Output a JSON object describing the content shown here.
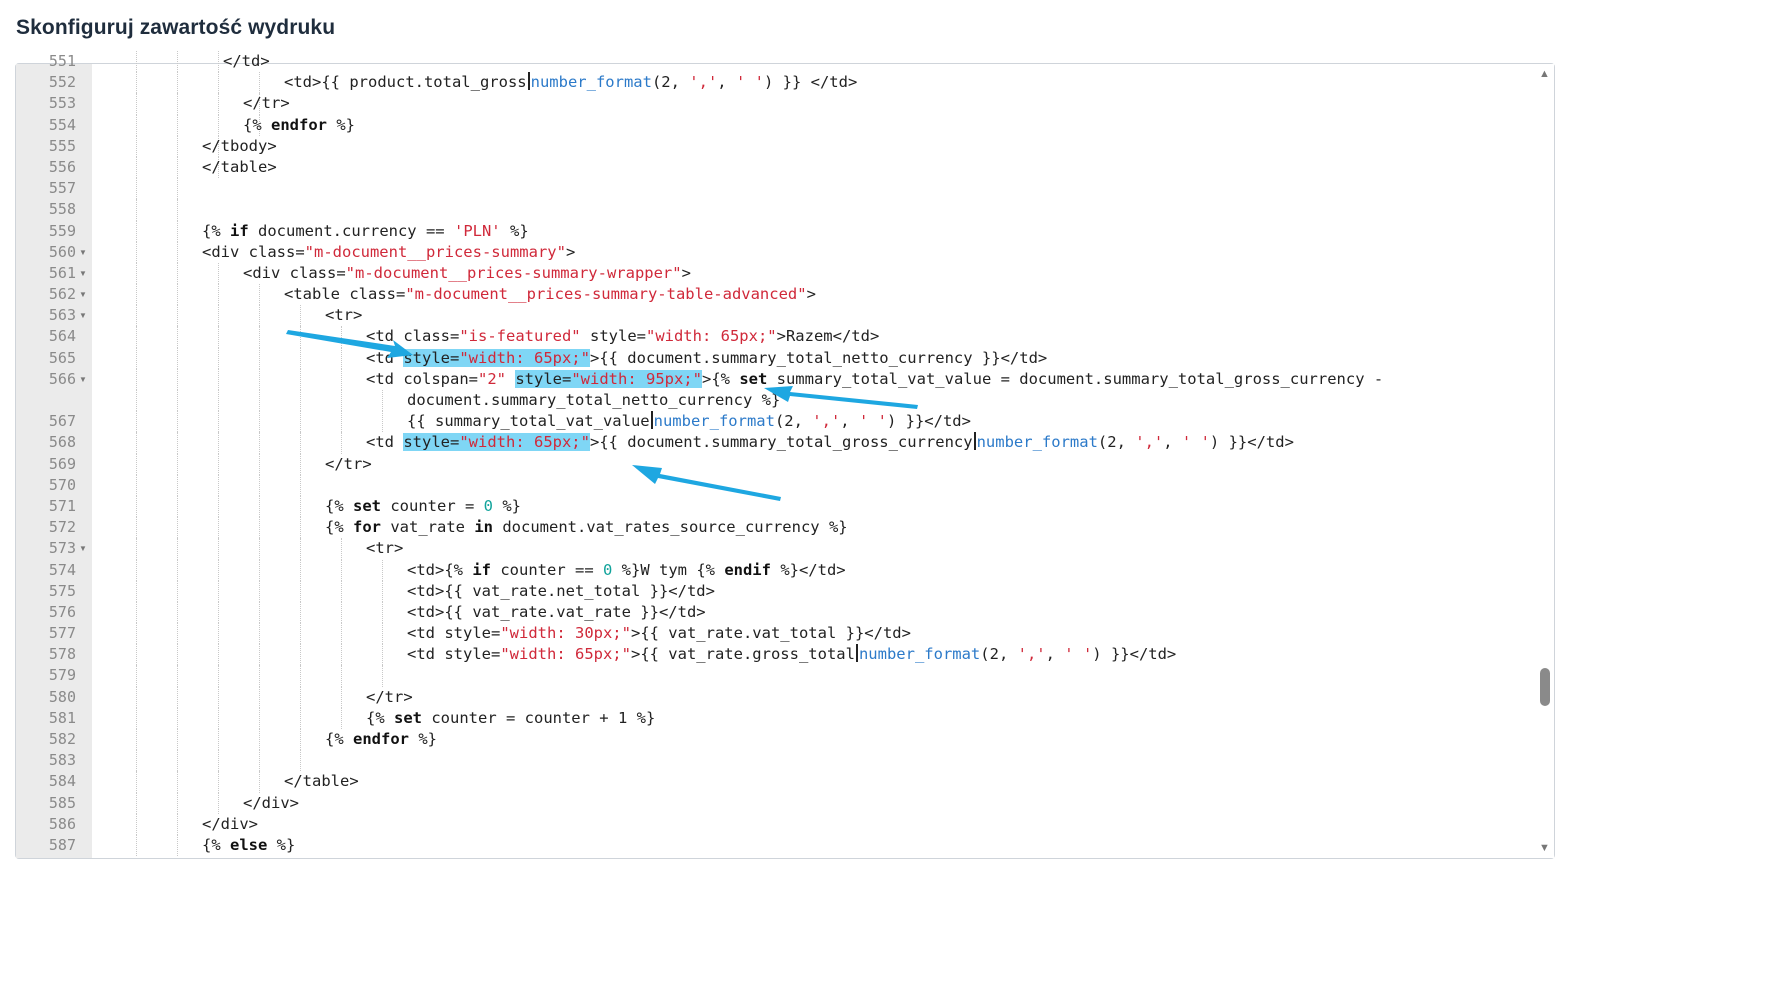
{
  "page": {
    "title": "Skonfiguruj zawartość wydruku"
  },
  "editor": {
    "lines": [
      {
        "num": "551",
        "fold": false,
        "code": "</td>"
      },
      {
        "num": "552",
        "fold": false,
        "code": "<td>{{ product.total_gross|number_format(2, ',', ' ') }} </td>"
      },
      {
        "num": "553",
        "fold": false,
        "code": "</tr>"
      },
      {
        "num": "554",
        "fold": false,
        "code": "{% endfor %}"
      },
      {
        "num": "555",
        "fold": false,
        "code": "</tbody>"
      },
      {
        "num": "556",
        "fold": false,
        "code": "</table>"
      },
      {
        "num": "557",
        "fold": false,
        "code": ""
      },
      {
        "num": "558",
        "fold": false,
        "code": ""
      },
      {
        "num": "559",
        "fold": false,
        "code": "{% if document.currency == 'PLN' %}"
      },
      {
        "num": "560",
        "fold": true,
        "code": "<div class=\"m-document__prices-summary\">"
      },
      {
        "num": "561",
        "fold": true,
        "code": "<div class=\"m-document__prices-summary-wrapper\">"
      },
      {
        "num": "562",
        "fold": true,
        "code": "<table class=\"m-document__prices-summary-table-advanced\">"
      },
      {
        "num": "563",
        "fold": true,
        "code": "<tr>"
      },
      {
        "num": "564",
        "fold": false,
        "code": "<td class=\"is-featured\" style=\"width: 65px;\">Razem</td>"
      },
      {
        "num": "565",
        "fold": false,
        "code": "<td style=\"width: 65px;\">{{ document.summary_total_netto_currency }}</td>"
      },
      {
        "num": "566",
        "fold": true,
        "code": "<td colspan=\"2\" style=\"width: 95px;\">{% set summary_total_vat_value = document.summary_total_gross_currency -"
      },
      {
        "num": "",
        "fold": false,
        "code": "document.summary_total_netto_currency %}"
      },
      {
        "num": "567",
        "fold": false,
        "code": "{{ summary_total_vat_value|number_format(2, ',', ' ') }}</td>"
      },
      {
        "num": "568",
        "fold": false,
        "code": "<td style=\"width: 65px;\">{{ document.summary_total_gross_currency|number_format(2, ',', ' ') }}</td>"
      },
      {
        "num": "569",
        "fold": false,
        "code": "</tr>"
      },
      {
        "num": "570",
        "fold": false,
        "code": ""
      },
      {
        "num": "571",
        "fold": false,
        "code": "{% set counter = 0 %}"
      },
      {
        "num": "572",
        "fold": false,
        "code": "{% for vat_rate in document.vat_rates_source_currency %}"
      },
      {
        "num": "573",
        "fold": true,
        "code": "<tr>"
      },
      {
        "num": "574",
        "fold": false,
        "code": "<td>{% if counter == 0 %}W tym {% endif %}</td>"
      },
      {
        "num": "575",
        "fold": false,
        "code": "<td>{{ vat_rate.net_total }}</td>"
      },
      {
        "num": "576",
        "fold": false,
        "code": "<td>{{ vat_rate.vat_rate }}</td>"
      },
      {
        "num": "577",
        "fold": false,
        "code": "<td style=\"width: 30px;\">{{ vat_rate.vat_total }}</td>"
      },
      {
        "num": "578",
        "fold": false,
        "code": "<td style=\"width: 65px;\">{{ vat_rate.gross_total|number_format(2, ',', ' ') }}</td>"
      },
      {
        "num": "579",
        "fold": false,
        "code": ""
      },
      {
        "num": "580",
        "fold": false,
        "code": "</tr>"
      },
      {
        "num": "581",
        "fold": false,
        "code": "{% set counter = counter + 1 %}"
      },
      {
        "num": "582",
        "fold": false,
        "code": "{% endfor %}"
      },
      {
        "num": "583",
        "fold": false,
        "code": ""
      },
      {
        "num": "584",
        "fold": false,
        "code": "</table>"
      },
      {
        "num": "585",
        "fold": false,
        "code": "</div>"
      },
      {
        "num": "586",
        "fold": false,
        "code": "</div>"
      },
      {
        "num": "587",
        "fold": false,
        "code": "{% else %}"
      }
    ]
  },
  "colors": {
    "highlight": "#7fd6f5",
    "annotation_arrow": "#1ea7e1",
    "string": "#d0293a",
    "function": "#2c7ac9",
    "number": "#11a39b"
  }
}
